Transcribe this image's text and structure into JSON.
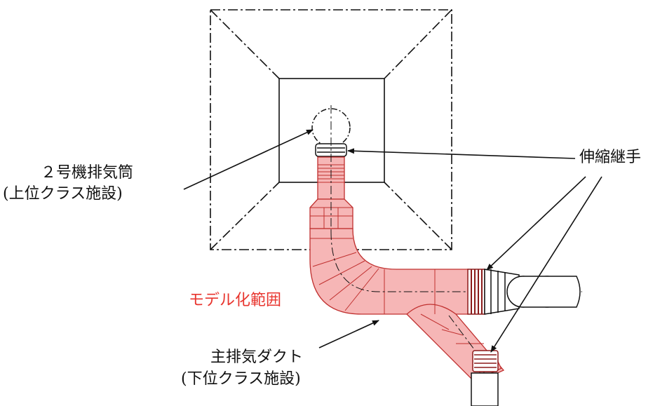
{
  "labels": {
    "stack_name": "２号機排気筒",
    "stack_class": "(上位クラス施設)",
    "expansion_joint": "伸縮継手",
    "model_range": "モデル化範囲",
    "duct_name": "主排気ダクト",
    "duct_class": "(下位クラス施設)"
  },
  "colors": {
    "model_fill": "#f6b6b6",
    "model_stroke": "#c0302f",
    "joint_ring": "#8b1a1a",
    "model_label": "#e8362f",
    "line": "#111111"
  }
}
